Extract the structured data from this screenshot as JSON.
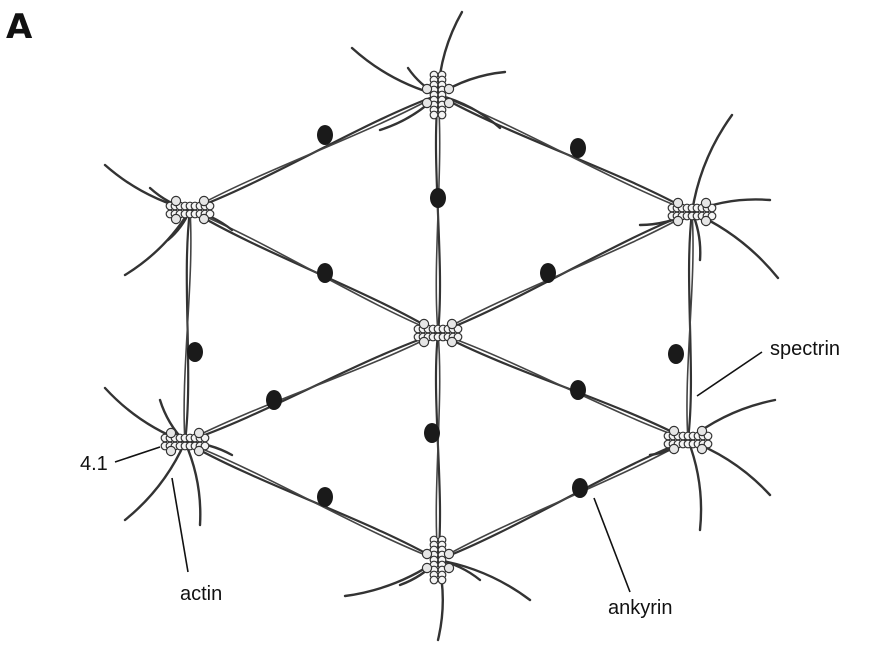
{
  "panel_label": "A",
  "labels": {
    "spectrin": "spectrin",
    "band41": "4.1",
    "actin": "actin",
    "ankyrin": "ankyrin"
  }
}
